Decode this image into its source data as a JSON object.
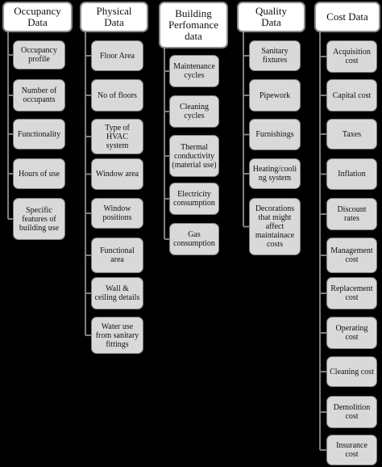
{
  "columns": [
    {
      "header": "Occupancy\nData",
      "items": [
        "Occupancy\nprofile",
        "Number of\noccupants",
        "Functionality",
        "Hours of use",
        "Specific\nfeatures of\nbuilding use"
      ]
    },
    {
      "header": "Physical\nData",
      "items": [
        "Floor Area",
        "No of floors",
        "Type of\nHVAC\nsystem",
        "Window area",
        "Window\npositions",
        "Functional\narea",
        "Wall &\nceiling details",
        "Water use\nfrom sanitary\nfittings"
      ]
    },
    {
      "header": "Building\nPerfomance\ndata",
      "items": [
        "Maintenance\ncycles",
        "Cleaning\ncycles",
        "Thermal\nconductivity\n(material use)",
        "Electricity\nconsumption",
        "Gas\nconsumption"
      ]
    },
    {
      "header": "Quality\nData",
      "items": [
        "Sanitary\nfixtures",
        "Pipework",
        "Furnishings",
        "Heating/cooli\nng system",
        "Decorations\nthat might\naffect\nmaintainace\ncosts"
      ]
    },
    {
      "header": "Cost Data",
      "items": [
        "Acquisition\ncost",
        "Capital cost",
        "Taxes",
        "Inflation",
        "Discount\nrates",
        "Management\ncost",
        "Replacement\ncost",
        "Operating\ncost",
        "Cleaning cost",
        "Demolition\ncost",
        "Insurance\ncost"
      ]
    }
  ]
}
